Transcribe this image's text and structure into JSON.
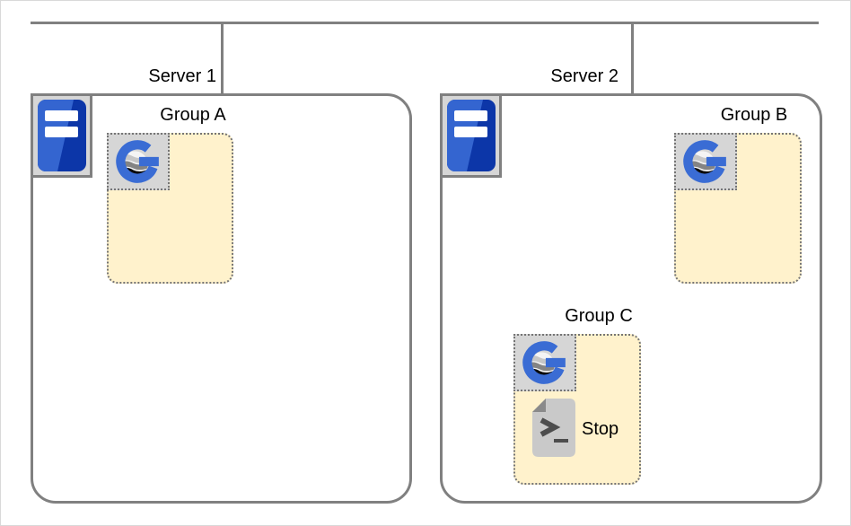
{
  "diagram": {
    "type": "server-topology",
    "servers": [
      {
        "label": "Server 1",
        "groups": [
          {
            "label": "Group A",
            "items": []
          }
        ]
      },
      {
        "label": "Server 2",
        "groups": [
          {
            "label": "Group B",
            "items": []
          },
          {
            "label": "Group C",
            "items": [
              {
                "label": "Stop",
                "icon": "script-file-icon"
              }
            ]
          }
        ]
      }
    ],
    "icons": {
      "server": "tower-server-icon",
      "group_instance": "g-sphere-icon",
      "script": "script-file-icon"
    },
    "colors": {
      "connector_gray": "#808080",
      "group_fill": "#FFF2CC",
      "group_border": "#757575",
      "icon_cell_fill": "#D6D6D6",
      "g_logo_blue": "#3A6CD4",
      "tower_blue_light": "#3465D0",
      "tower_blue_dark": "#0C36A8",
      "script_page_gray": "#C9C9C9",
      "script_fold_gray": "#8A8A8A",
      "script_glyph_gray": "#4D4D4D"
    }
  }
}
